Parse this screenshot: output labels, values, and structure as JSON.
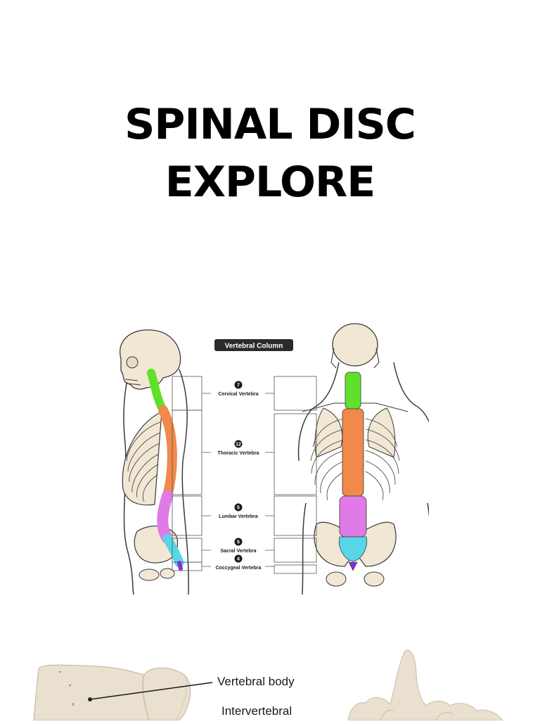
{
  "page": {
    "title_line1": "SPINAL DISC",
    "title_line2": "EXPLORE"
  },
  "vertebral_diagram": {
    "heading": "Vertebral Column",
    "regions": [
      {
        "count": "7",
        "label": "Cervical Vertebra",
        "color": "#5fe02a"
      },
      {
        "count": "12",
        "label": "Thoracic Vertebra",
        "color": "#f0894a"
      },
      {
        "count": "5",
        "label": "Lumbar Vertebra",
        "color": "#e07ae6"
      },
      {
        "count": "5",
        "label": "Sacral Vertebra",
        "color": "#57d6e8"
      },
      {
        "count": "4",
        "label": "Coccygeal Vertebra",
        "color": "#8a2be2"
      }
    ],
    "bone_color": "#f1e7d4",
    "outline_color": "#3a3a3a"
  },
  "lower_diagram": {
    "labels": [
      "Vertebral body",
      "Intervertebral"
    ]
  }
}
